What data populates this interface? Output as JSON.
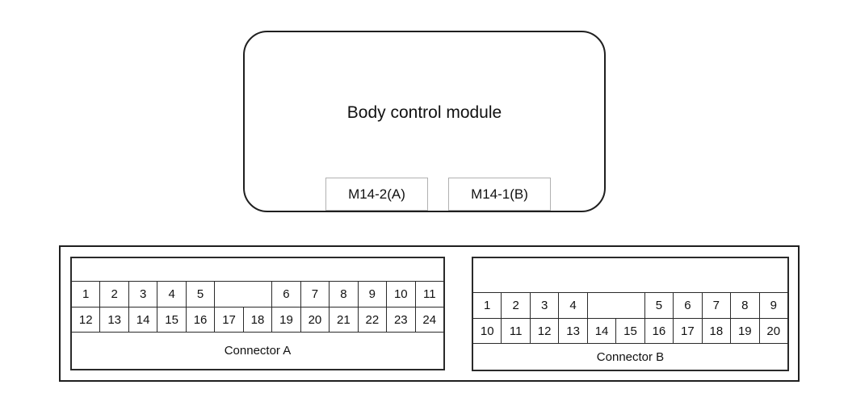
{
  "module": {
    "title": "Body control module",
    "tags": [
      {
        "label": "M14-2(A)"
      },
      {
        "label": "M14-1(B)"
      }
    ]
  },
  "connector_a": {
    "name": "Connector A",
    "top_row": [
      "1",
      "2",
      "3",
      "4",
      "5",
      "",
      "6",
      "7",
      "8",
      "9",
      "10",
      "11"
    ],
    "bottom_row": [
      "12",
      "13",
      "14",
      "15",
      "16",
      "17",
      "18",
      "19",
      "20",
      "21",
      "22",
      "23",
      "24"
    ]
  },
  "connector_b": {
    "name": "Connector B",
    "top_row": [
      "1",
      "2",
      "3",
      "4",
      "",
      "5",
      "6",
      "7",
      "8",
      "9"
    ],
    "bottom_row": [
      "10",
      "11",
      "12",
      "13",
      "14",
      "15",
      "16",
      "17",
      "18",
      "19",
      "20"
    ]
  },
  "colors": {
    "line": "#2a2a2a",
    "tag_border": "#b1b1b1",
    "background": "#ffffff"
  }
}
